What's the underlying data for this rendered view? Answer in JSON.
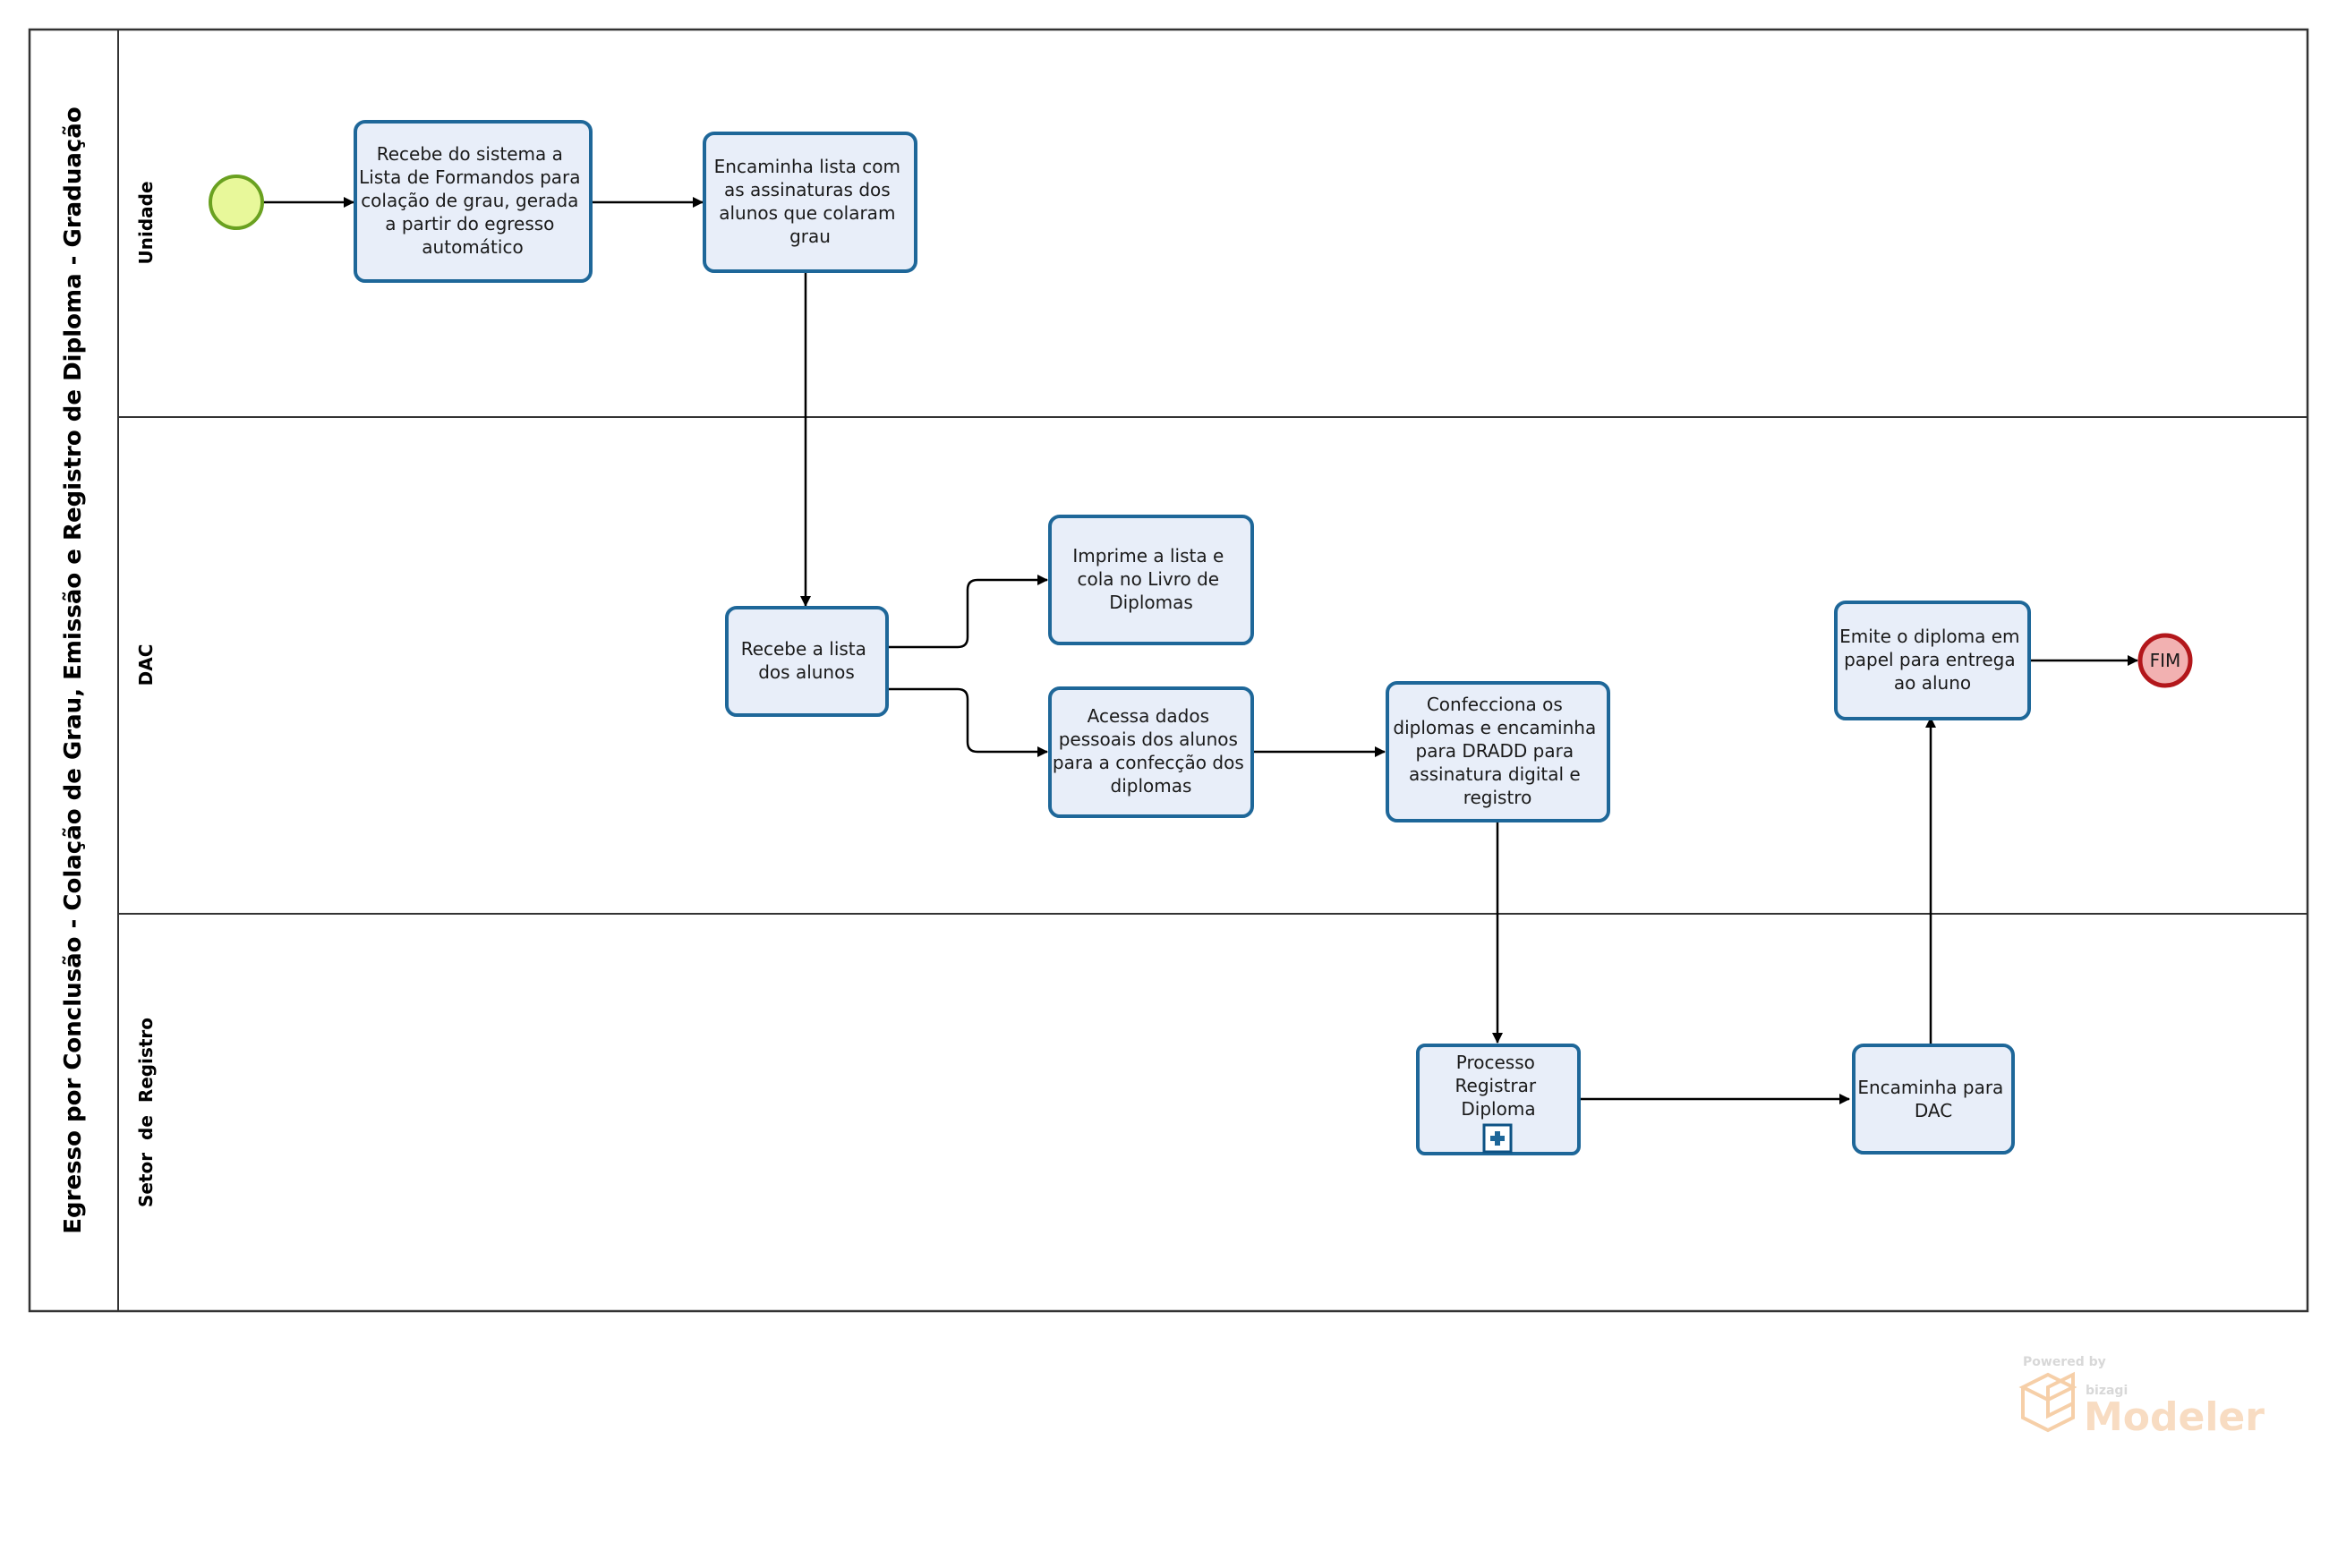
{
  "pool": {
    "title": "Egresso por Conclusão - Colação de Grau, Emissão e Registro de Diploma - Graduação",
    "lanes": [
      {
        "id": "unidade",
        "label": "Unidade"
      },
      {
        "id": "dac",
        "label": "DAC"
      },
      {
        "id": "setor",
        "label": "Setor  de  Registro"
      }
    ]
  },
  "tasks": {
    "t1": {
      "lines": [
        "Recebe do sistema a",
        "Lista de Formandos para",
        "colação de grau, gerada",
        "a partir do egresso",
        "automático"
      ]
    },
    "t2": {
      "lines": [
        "Encaminha lista com",
        "as assinaturas dos",
        "alunos que  colaram",
        "grau"
      ]
    },
    "t3": {
      "lines": [
        "Recebe a lista",
        "dos alunos"
      ]
    },
    "t4": {
      "lines": [
        "Imprime a lista e",
        "cola no Livro de",
        "Diplomas"
      ]
    },
    "t5": {
      "lines": [
        "Acessa dados",
        "pessoais dos alunos",
        "para a confecção dos",
        "diplomas"
      ]
    },
    "t6": {
      "lines": [
        "Confecciona os",
        "diplomas e encaminha",
        "para DRADD para",
        "assinatura digital e",
        "registro"
      ]
    },
    "t7": {
      "lines": [
        "Emite o diploma em",
        "papel para entrega",
        "ao aluno"
      ]
    },
    "t8": {
      "lines": [
        "Processo",
        "Registrar",
        "Diploma"
      ]
    },
    "t9": {
      "lines": [
        "Encaminha para",
        "DAC"
      ]
    }
  },
  "end_event": {
    "label": "FIM"
  },
  "colors": {
    "task_fill": "#e8eef9",
    "task_stroke": "#1e6799",
    "start_fill": "#e8f89a",
    "start_stroke": "#6aa120",
    "end_fill": "#f2b1b1",
    "end_stroke": "#b3171b"
  },
  "watermark": {
    "powered": "Powered by",
    "brand": "bizagi",
    "product": "Modeler"
  }
}
